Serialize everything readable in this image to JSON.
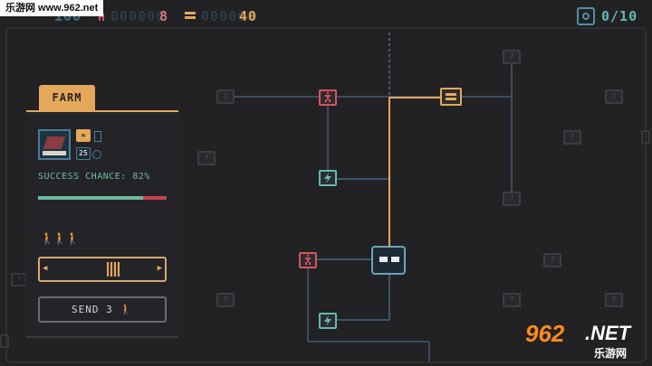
{
  "watermark": {
    "text": "乐游网 www.962.net"
  },
  "hud": {
    "pop_dim": "000000",
    "pop_value": "8",
    "food_dim": "000000",
    "food_value": "40",
    "goal_value": "0/10",
    "left_cut_value": "100"
  },
  "map": {
    "unknown_glyph": "?"
  },
  "panel": {
    "tab_label": "FARM",
    "badge_a": "=",
    "badge_b": "25",
    "success_label": "SUCCESS CHANCE: 82%",
    "success_value": 0.82,
    "people_glyphs": "🚶🚶🚶",
    "slider_left": "◀",
    "slider_right": "▶",
    "send_label": "SEND 3",
    "send_icon": "🚶"
  },
  "logo": {
    "big": "962",
    "net": ".NET",
    "cn": "乐游网"
  },
  "colors": {
    "accent_orange": "#e3a85a",
    "danger_red": "#d6545e",
    "teal": "#64b9b5",
    "success_green": "#6dbb9e"
  }
}
